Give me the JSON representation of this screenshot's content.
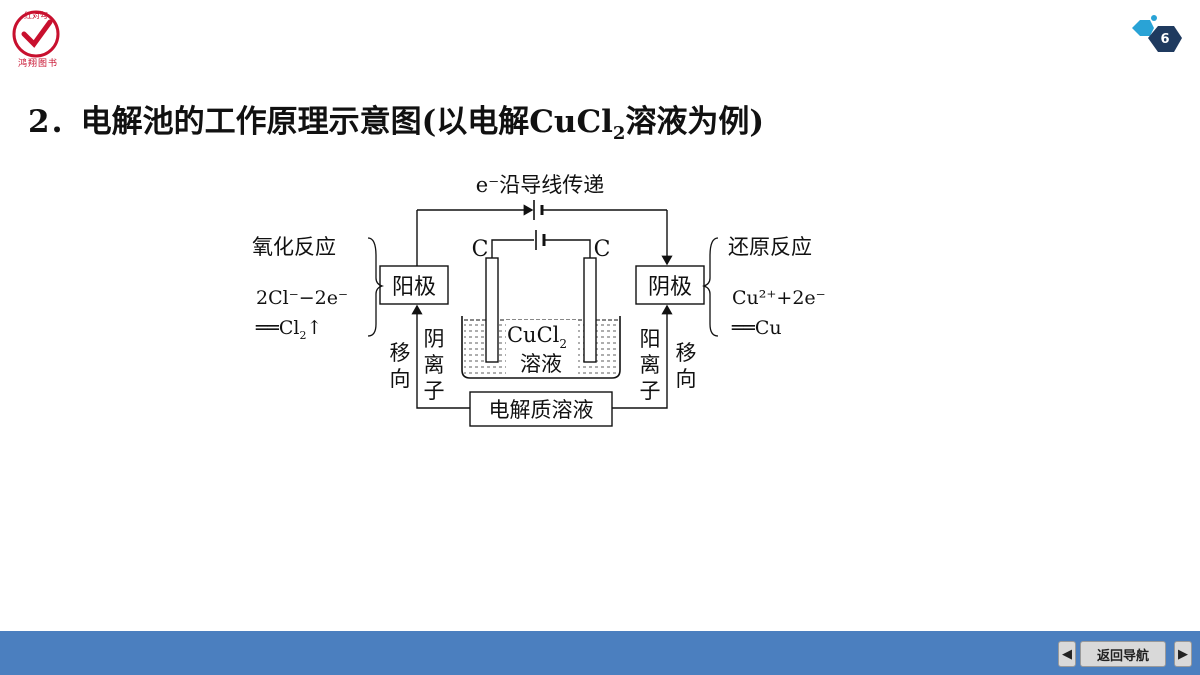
{
  "logo": {
    "text": "鸿翔图书",
    "top_text": "红对勾"
  },
  "page_number": "6",
  "title": {
    "prefix": "2．电解池的工作原理示意图(以电解CuCl",
    "sub": "2",
    "suffix": "溶液为例)"
  },
  "diagram": {
    "electron_label": "e⁻沿导线传递",
    "electrode_left": "C",
    "electrode_right": "C",
    "anode": "阳极",
    "cathode": "阴极",
    "oxidation": "氧化反应",
    "reduction": "还原反应",
    "anode_eq1": "2Cl⁻−2e⁻",
    "anode_eq2": "══Cl",
    "anode_eq2_sub": "2",
    "anode_eq2_arrow": "↑",
    "cathode_eq1": "Cu²⁺+2e⁻",
    "cathode_eq2": "══Cu",
    "solution_line1": "CuCl",
    "solution_line1_sub": "2",
    "solution_line2": "溶液",
    "anion_chars": [
      "阴",
      "离",
      "子"
    ],
    "cation_chars": [
      "阳",
      "离",
      "子"
    ],
    "move_left_chars": [
      "移",
      "向"
    ],
    "move_right_chars": [
      "移",
      "向"
    ],
    "electrolyte": "电解质溶液"
  },
  "footer": {
    "prev_icon": "◀",
    "back_label": "返回导航",
    "next_icon": "▶"
  },
  "colors": {
    "footer": "#4b7fbf",
    "logo_red": "#c8102e",
    "badge_blue": "#29a3d6",
    "badge_dark": "#1f3a5f"
  }
}
